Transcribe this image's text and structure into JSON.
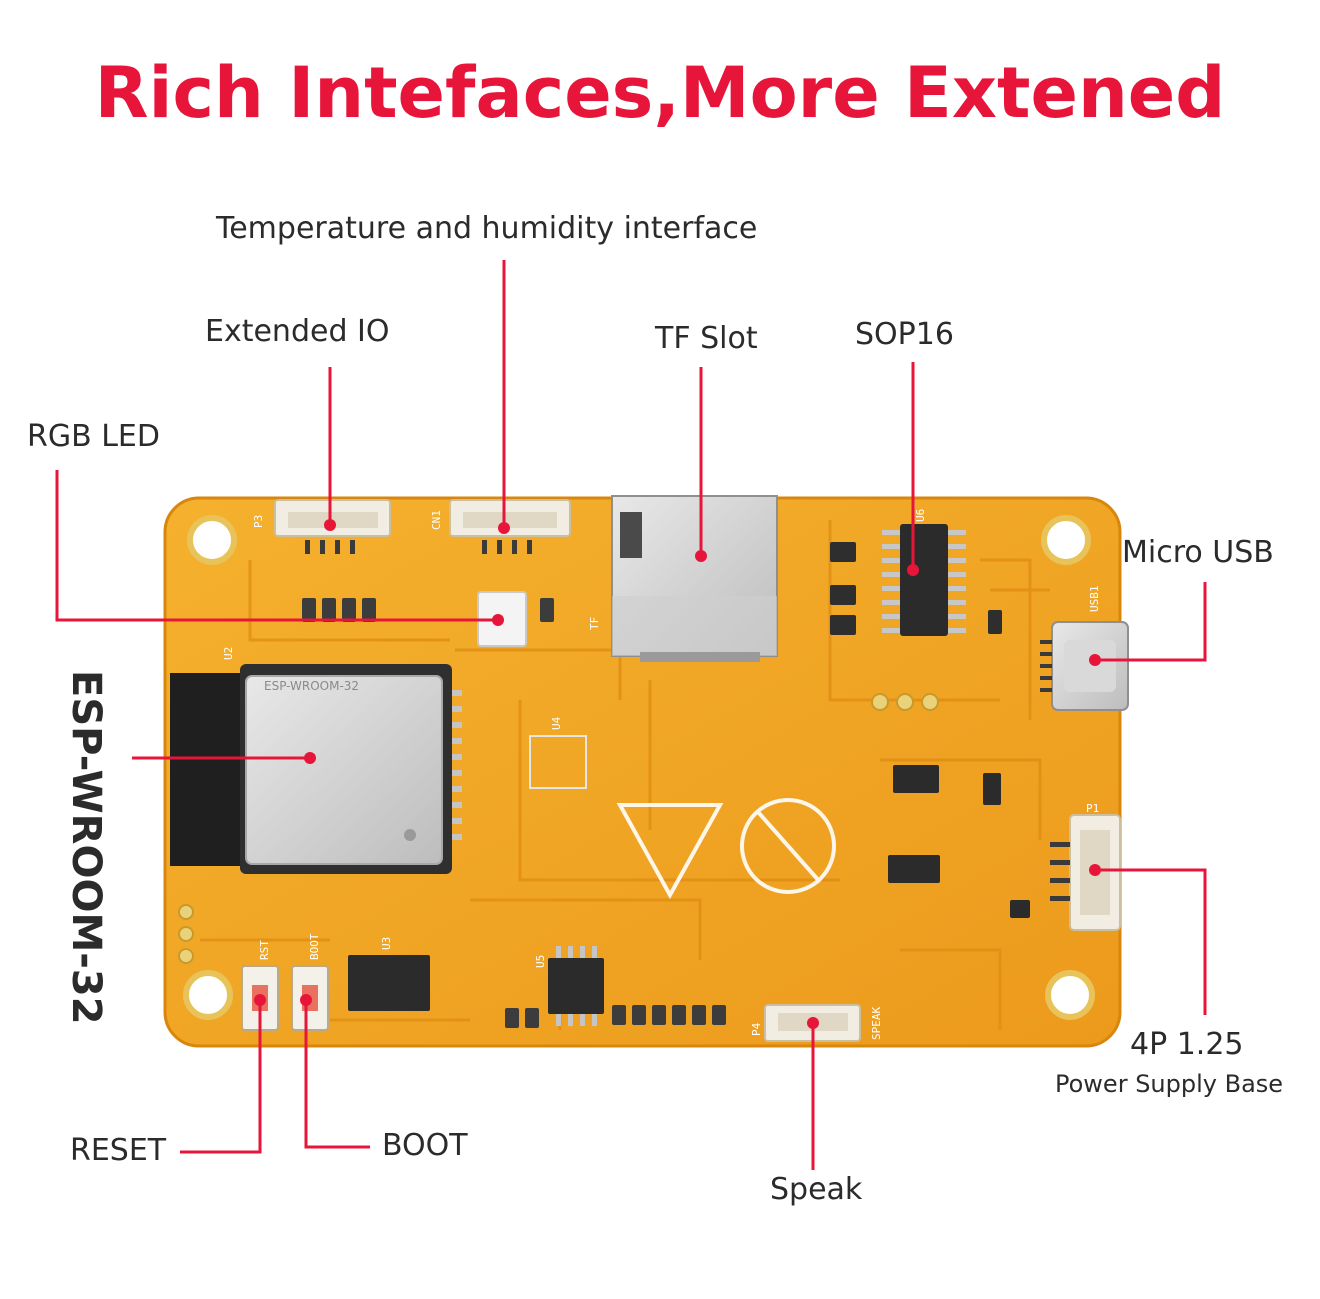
{
  "headline": "Rich Intefaces,More Extened",
  "colors": {
    "headline": "#e8153a",
    "leader": "#e8153a",
    "board": "#f0a424",
    "board_edge": "#e08a10",
    "label": "#2b2b2b"
  },
  "labels": {
    "temp_humidity": "Temperature and humidity interface",
    "extended_io": "Extended IO",
    "tf_slot": "TF Slot",
    "sop16": "SOP16",
    "rgb_led": "RGB LED",
    "micro_usb": "Micro USB",
    "esp_wroom": "ESP-WROOM-32",
    "power_title": "4P 1.25",
    "power_sub": "Power Supply Base",
    "reset": "RESET",
    "boot": "BOOT",
    "speak": "Speak"
  },
  "pcb": {
    "module_name": "ESP-WROOM-32",
    "silk_p3": "P3",
    "silk_cn1": "CN1",
    "silk_u2": "U2",
    "silk_u3": "U3",
    "silk_u4": "U4",
    "silk_u5": "U5",
    "silk_u6": "U6",
    "silk_p1": "P1",
    "silk_p4": "P4",
    "silk_speak": "SPEAK",
    "silk_reset": "RST",
    "silk_boot": "BOOT",
    "silk_tf": "TF",
    "silk_usb": "USB1"
  }
}
